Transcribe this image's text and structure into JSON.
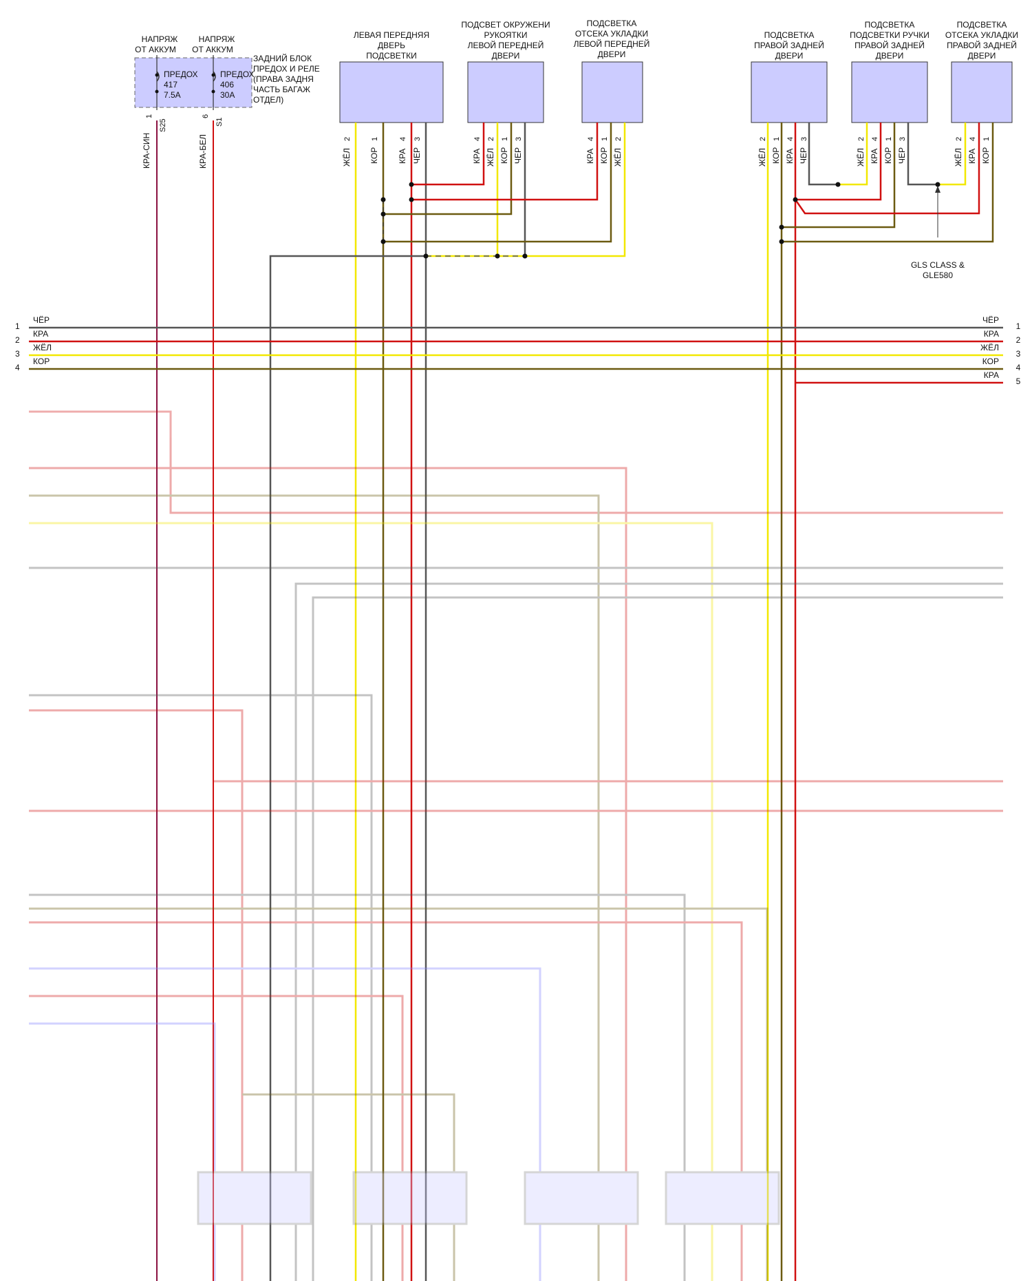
{
  "fuses": {
    "left": {
      "supply_line1": "НАПРЯЖ",
      "supply_line2": "ОТ АККУМ",
      "name": "ПРЕДОХ",
      "number": "417",
      "rating": "7.5A",
      "pin": "1",
      "connector": "S25",
      "wire": "КРА-СИН"
    },
    "right": {
      "supply_line1": "НАПРЯЖ",
      "supply_line2": "ОТ АККУМ",
      "name": "ПРЕДОХ",
      "number": "406",
      "rating": "30A",
      "pin": "6",
      "connector": "S1",
      "wire": "КРА-БЕЛ"
    },
    "block_label": [
      "ЗАДНИЙ БЛОК",
      "ПРЕДОХ И РЕЛЕ",
      "(ПРАВА ЗАДНЯ",
      "ЧАСТЬ БАГАЖ",
      "ОТДЕЛ)"
    ]
  },
  "modules": [
    {
      "id": "lf-door-light",
      "title": [
        "ЛЕВАЯ ПЕРЕДНЯЯ",
        "ДВЕРЬ",
        "ПОДСВЕТКИ"
      ],
      "pins": [
        {
          "num": "2",
          "wire": "ЖЁЛ"
        },
        {
          "num": "1",
          "wire": "КОР"
        },
        {
          "num": "4",
          "wire": "КРА"
        },
        {
          "num": "3",
          "wire": "ЧЕР"
        }
      ]
    },
    {
      "id": "lf-handle-light",
      "title": [
        "ПОДСВЕТ ОКРУЖЕНИ",
        "РУКОЯТКИ",
        "ЛЕВОЙ ПЕРЕДНЕЙ",
        "ДВЕРИ"
      ],
      "pins": [
        {
          "num": "4",
          "wire": "КРА"
        },
        {
          "num": "2",
          "wire": "ЖЁЛ"
        },
        {
          "num": "1",
          "wire": "КОР"
        },
        {
          "num": "3",
          "wire": "ЧЕР"
        }
      ]
    },
    {
      "id": "lf-storage-light",
      "title": [
        "ПОДСВЕТКА",
        "ОТСЕКА УКЛАДКИ",
        "ЛЕВОЙ ПЕРЕДНЕЙ",
        "ДВЕРИ"
      ],
      "pins": [
        {
          "num": "4",
          "wire": "КРА"
        },
        {
          "num": "1",
          "wire": "КОР"
        },
        {
          "num": "2",
          "wire": "ЖЁЛ"
        }
      ]
    },
    {
      "id": "rr-door-light",
      "title": [
        "ПОДСВЕТКА",
        "ПРАВОЙ ЗАДНЕЙ",
        "ДВЕРИ"
      ],
      "pins": [
        {
          "num": "2",
          "wire": "ЖЁЛ"
        },
        {
          "num": "1",
          "wire": "КОР"
        },
        {
          "num": "4",
          "wire": "КРА"
        },
        {
          "num": "3",
          "wire": "ЧЕР"
        }
      ]
    },
    {
      "id": "rr-handle-light",
      "title": [
        "ПОДСВЕТКА",
        "ПОДСВЕТКИ РУЧКИ",
        "ПРАВОЙ ЗАДНЕЙ",
        "ДВЕРИ"
      ],
      "pins": [
        {
          "num": "2",
          "wire": "ЖЁЛ"
        },
        {
          "num": "4",
          "wire": "КРА"
        },
        {
          "num": "1",
          "wire": "КОР"
        },
        {
          "num": "3",
          "wire": "ЧЕР"
        }
      ]
    },
    {
      "id": "rr-storage-light",
      "title": [
        "ПОДСВЕТКА",
        "ОТСЕКА УКЛАДКИ",
        "ПРАВОЙ ЗАДНЕЙ",
        "ДВЕРИ"
      ],
      "pins": [
        {
          "num": "2",
          "wire": "ЖЁЛ"
        },
        {
          "num": "4",
          "wire": "КРА"
        },
        {
          "num": "1",
          "wire": "КОР"
        }
      ]
    }
  ],
  "variant_note": [
    "GLS CLASS &",
    "GLE580"
  ],
  "bus_lines": [
    {
      "num": "1",
      "left": "ЧЁР",
      "right": "ЧЁР",
      "color": "#555555"
    },
    {
      "num": "2",
      "left": "КРА",
      "right": "КРА",
      "color": "#d01010"
    },
    {
      "num": "3",
      "left": "ЖЁЛ",
      "right": "ЖЁЛ",
      "color": "#f2e800"
    },
    {
      "num": "4",
      "left": "КОР",
      "right": "КОР",
      "color": "#6b5a10"
    },
    {
      "num": "5",
      "left": "",
      "right": "КРА",
      "color": "#d01010"
    }
  ],
  "colors": {
    "red": "#d01010",
    "yellow": "#f2e800",
    "brown": "#6b5a10",
    "black": "#555555",
    "darkred": "#8a1040",
    "module_fill": "#ccccff"
  }
}
